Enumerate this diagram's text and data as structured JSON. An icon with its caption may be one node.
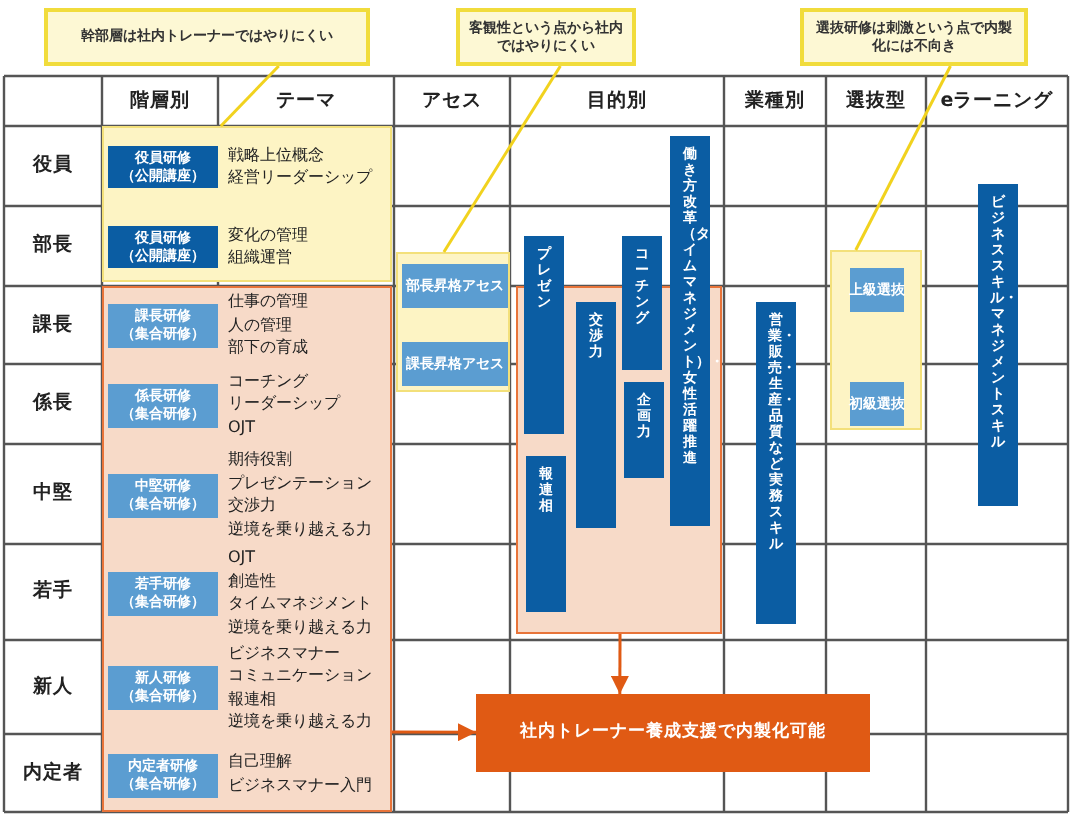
{
  "diagram": {
    "nodes": [
      {
        "text": [
          "幹部層は社内トレーナーではやりにくい"
        ]
      },
      {
        "text": [
          "客観性という点から社内ではやりにくい"
        ]
      },
      {
        "text": [
          "選抜研修は刺激という点で内製化には不向き"
        ]
      },
      {
        "text": [],
        "shape": "box"
      },
      {
        "text": [
          "役員研修（公開講座）"
        ],
        "in": 3
      },
      {
        "text": [
          "役員研修（公開講座）"
        ],
        "in": 3
      },
      {
        "text": [],
        "shape": "box"
      },
      {
        "text": [
          "部長昇格アセス"
        ],
        "in": 6
      },
      {
        "text": [
          "課長昇格アセス"
        ],
        "in": 6
      },
      {
        "text": [],
        "shape": "box"
      },
      {
        "text": [
          "課長研修（集合研修）"
        ],
        "in": 9
      },
      {
        "text": [
          "係長研修（集合研修）"
        ],
        "in": 9
      },
      {
        "text": [
          "中堅研修（集合研修）"
        ],
        "in": 9
      },
      {
        "text": [
          "若手研修（集合研修）"
        ],
        "in": 9
      },
      {
        "text": [
          "新人研修（集合研修）"
        ],
        "in": 9
      },
      {
        "text": [
          "内定者研修（集合研修）"
        ],
        "in": 9
      },
      {
        "text": [],
        "shape": "box"
      },
      {
        "text": [
          "プレゼン"
        ]
      },
      {
        "text": [
          "報連相"
        ],
        "in": 16
      },
      {
        "text": [
          "交渉力"
        ],
        "in": 16
      },
      {
        "text": [
          "コーチング"
        ]
      },
      {
        "text": [
          "企画力"
        ],
        "in": 16
      },
      {
        "text": [
          "働き方改革（タイムマネジメント）・女性活躍推進"
        ]
      },
      {
        "text": [
          "営業・販売・生産・品質など実務スキル"
        ]
      },
      {
        "text": [],
        "shape": "box"
      },
      {
        "text": [
          "上級選抜"
        ],
        "in": 24
      },
      {
        "text": [
          "初級選抜"
        ],
        "in": 24
      },
      {
        "text": [
          "ビジネススキル・マネジメントスキル"
        ]
      },
      {
        "text": [
          "社内トレーナー養成支援で内製化可能"
        ]
      }
    ],
    "edges": [
      {
        "from": 0,
        "to": 3,
        "arrow": "none"
      },
      {
        "from": 1,
        "to": 6,
        "arrow": "none"
      },
      {
        "from": 2,
        "to": 24,
        "arrow": "none"
      },
      {
        "from": 9,
        "to": 28,
        "arrow": "to",
        "color": "#e05a14"
      },
      {
        "from": 16,
        "to": 28,
        "arrow": "to",
        "color": "#e05a14"
      }
    ],
    "labels": [
      "階層別",
      "テーマ",
      "アセス",
      "目的別",
      "業種別",
      "選抜型",
      "eラーニング",
      "役員",
      "戦略上位概念",
      "経営リーダーシップ",
      "部長",
      "変化の管理",
      "組織運営",
      "課長",
      "仕事の管理",
      "人の管理",
      "部下の育成",
      "係長",
      "コーチング",
      "リーダーシップ",
      "OJT",
      "中堅",
      "期待役割",
      "プレゼンテーション",
      "交渉力",
      "逆境を乗り越える力",
      "若手",
      "OJT",
      "創造性",
      "タイムマネジメント",
      "逆境を乗り越える力",
      "新人",
      "ビジネスマナー",
      "コミュニケーション",
      "報連相",
      "逆境を乗り越える力",
      "内定者",
      "自己理解",
      "ビジネスマナー入門"
    ]
  }
}
